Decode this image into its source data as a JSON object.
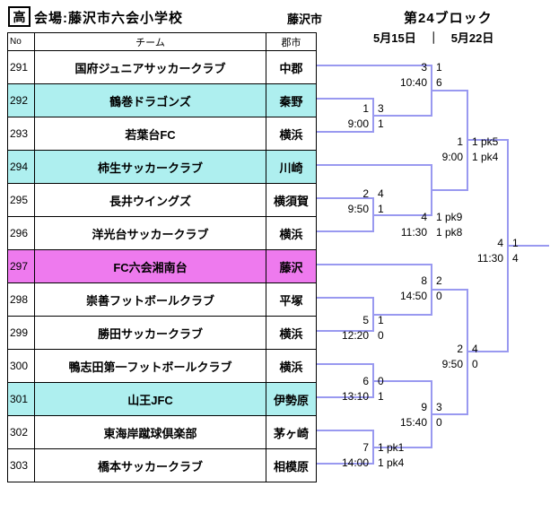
{
  "header": {
    "level_badge": "高",
    "venue": "会場:藤沢市六会小学校",
    "venue_city": "藤沢市",
    "block": "第24ブロック",
    "dates": "5月15日　｜　5月22日"
  },
  "colors": {
    "cyan_row": "#AEEFEF",
    "magenta_row": "#EE7AEE",
    "bracket_line": "#9999F0"
  },
  "table": {
    "columns": {
      "no": "No",
      "team": "チーム",
      "city": "郡市"
    },
    "rows": [
      {
        "no": "291",
        "team": "国府ジュニアサッカークラブ",
        "city": "中郡",
        "highlight": "none"
      },
      {
        "no": "292",
        "team": "鶴巻ドラゴンズ",
        "city": "秦野",
        "highlight": "cyan"
      },
      {
        "no": "293",
        "team": "若葉台FC",
        "city": "横浜",
        "highlight": "none"
      },
      {
        "no": "294",
        "team": "柿生サッカークラブ",
        "city": "川崎",
        "highlight": "cyan"
      },
      {
        "no": "295",
        "team": "長井ウイングズ",
        "city": "横須賀",
        "highlight": "none"
      },
      {
        "no": "296",
        "team": "洋光台サッカークラブ",
        "city": "横浜",
        "highlight": "none"
      },
      {
        "no": "297",
        "team": "FC六会湘南台",
        "city": "藤沢",
        "highlight": "magenta"
      },
      {
        "no": "298",
        "team": "崇善フットボールクラブ",
        "city": "平塚",
        "highlight": "none"
      },
      {
        "no": "299",
        "team": "勝田サッカークラブ",
        "city": "横浜",
        "highlight": "none"
      },
      {
        "no": "300",
        "team": "鴨志田第一フットボールクラブ",
        "city": "横浜",
        "highlight": "none"
      },
      {
        "no": "301",
        "team": "山王JFC",
        "city": "伊勢原",
        "highlight": "cyan"
      },
      {
        "no": "302",
        "team": "東海岸蹴球倶楽部",
        "city": "茅ヶ崎",
        "highlight": "none"
      },
      {
        "no": "303",
        "team": "橋本サッカークラブ",
        "city": "相模原",
        "highlight": "none"
      }
    ]
  },
  "bracket": {
    "matches": [
      {
        "id": "round1-match1",
        "number": "1",
        "time": "9:00",
        "top_score": "3",
        "bottom_score": "1",
        "pairing": "292 vs 293"
      },
      {
        "id": "round1-match2",
        "number": "2",
        "time": "9:50",
        "top_score": "4",
        "bottom_score": "1",
        "pairing": "295 vs 296"
      },
      {
        "id": "round2-match3",
        "number": "3",
        "time": "10:40",
        "top_score": "1",
        "bottom_score": "6",
        "pairing": "291 vs winner match1"
      },
      {
        "id": "round2-match4",
        "number": "4",
        "time": "11:30",
        "top_score": "1 pk9",
        "bottom_score": "1 pk8",
        "pairing": "294 vs winner match2"
      },
      {
        "id": "round1-match5",
        "number": "5",
        "time": "12:20",
        "top_score": "1",
        "bottom_score": "0",
        "pairing": "298 vs 299"
      },
      {
        "id": "round1-match6",
        "number": "6",
        "time": "13:10",
        "top_score": "0",
        "bottom_score": "1",
        "pairing": "300 vs 301"
      },
      {
        "id": "round1-match7",
        "number": "7",
        "time": "14:00",
        "top_score": "1 pk1",
        "bottom_score": "1 pk4",
        "pairing": "302 vs 303"
      },
      {
        "id": "round2-match8",
        "number": "8",
        "time": "14:50",
        "top_score": "2",
        "bottom_score": "0",
        "pairing": "297 vs winner match5"
      },
      {
        "id": "round2-match9",
        "number": "9",
        "time": "15:40",
        "top_score": "3",
        "bottom_score": "0",
        "pairing": "winner match6 vs winner match7"
      },
      {
        "id": "semifinal1",
        "number": "1",
        "time": "9:00",
        "top_score": "1 pk5",
        "bottom_score": "1 pk4",
        "pairing": "winner match3 vs winner match4"
      },
      {
        "id": "semifinal2",
        "number": "2",
        "time": "9:50",
        "top_score": "4",
        "bottom_score": "0",
        "pairing": "winner match8 vs winner match9"
      },
      {
        "id": "final",
        "number": "4",
        "time": "11:30",
        "top_score": "1",
        "bottom_score": "4",
        "pairing": "winner semifinal1 vs winner semifinal2"
      }
    ]
  }
}
